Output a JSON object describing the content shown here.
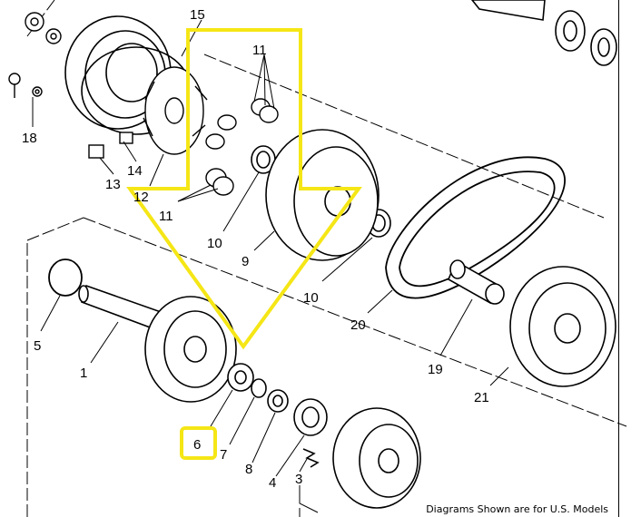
{
  "diagram": {
    "labels": [
      {
        "id": "15",
        "text": "15"
      },
      {
        "id": "11a",
        "text": "11"
      },
      {
        "id": "18",
        "text": "18"
      },
      {
        "id": "14",
        "text": "14"
      },
      {
        "id": "13",
        "text": "13"
      },
      {
        "id": "12",
        "text": "12"
      },
      {
        "id": "11b",
        "text": "11"
      },
      {
        "id": "10a",
        "text": "10"
      },
      {
        "id": "9",
        "text": "9"
      },
      {
        "id": "10b",
        "text": "10"
      },
      {
        "id": "20",
        "text": "20"
      },
      {
        "id": "19",
        "text": "19"
      },
      {
        "id": "21",
        "text": "21"
      },
      {
        "id": "5",
        "text": "5"
      },
      {
        "id": "1",
        "text": "1"
      },
      {
        "id": "6",
        "text": "6"
      },
      {
        "id": "7",
        "text": "7"
      },
      {
        "id": "8",
        "text": "8"
      },
      {
        "id": "4",
        "text": "4"
      },
      {
        "id": "3",
        "text": "3"
      }
    ],
    "highlight_color": "#f5e616",
    "highlighted_part": "6"
  },
  "caption": "Diagrams Shown are for U.S. Models"
}
